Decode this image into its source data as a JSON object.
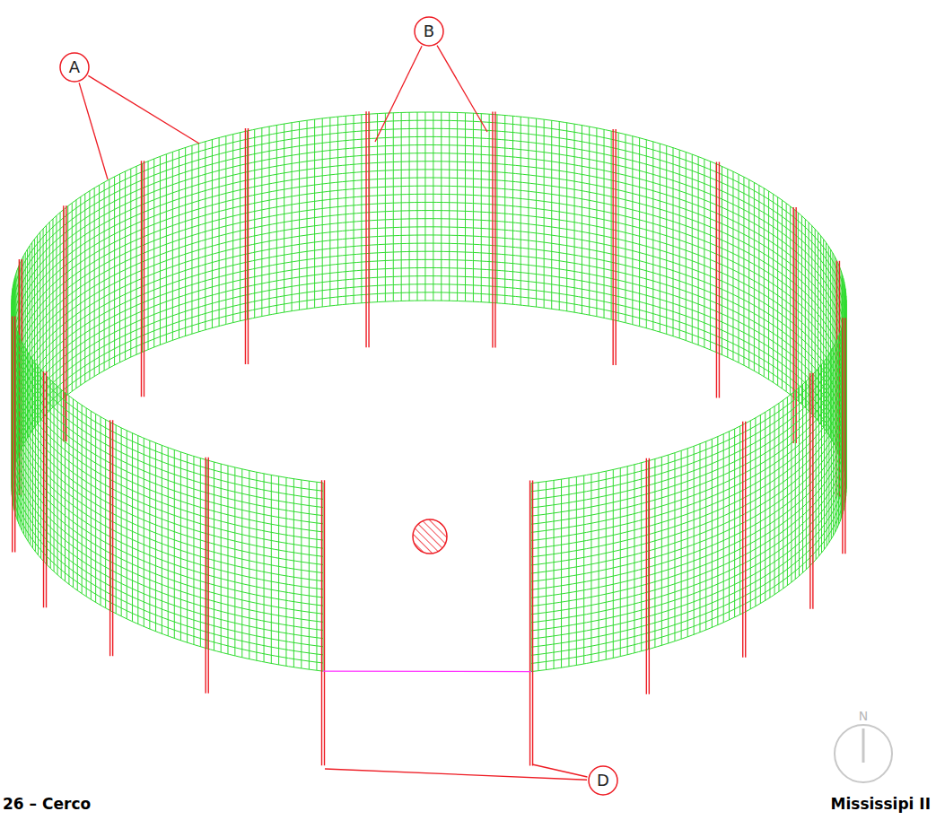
{
  "diagram": {
    "nodes": [
      {
        "text": [
          "A"
        ]
      },
      {
        "text": [
          "B"
        ]
      },
      {
        "text": [
          "D"
        ]
      }
    ],
    "labels": [
      "26 – Cerco",
      "Mississipi II",
      "N"
    ]
  }
}
